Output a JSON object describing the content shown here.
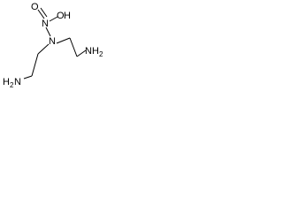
{
  "molecule": {
    "atoms": {
      "o_top": "O",
      "n_nitroso": "N",
      "o_hydroxyl": "O",
      "h_hydroxyl": "H",
      "n_central": "N",
      "n_left_amine": "N",
      "h_left_amine": "H",
      "h_left_amine_count": "2",
      "n_right_amine": "N",
      "h_right_amine": "H",
      "h_right_amine_count": "2"
    }
  },
  "colors": {
    "bond": "#000000",
    "text": "#000000",
    "background": "#ffffff"
  }
}
